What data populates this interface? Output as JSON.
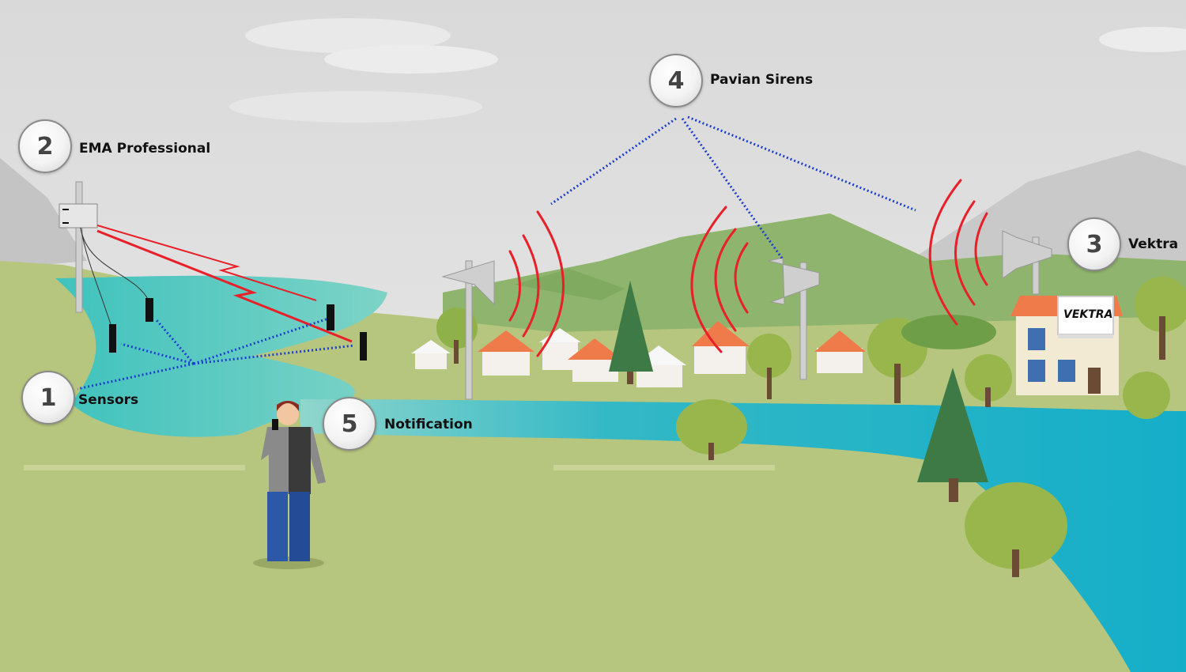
{
  "steps": [
    {
      "number": "1",
      "label": "Sensors"
    },
    {
      "number": "2",
      "label": "EMA Professional"
    },
    {
      "number": "3",
      "label": "Vektra"
    },
    {
      "number": "4",
      "label": "Pavian Sirens"
    },
    {
      "number": "5",
      "label": "Notification"
    }
  ],
  "logo": {
    "text": "VEKTRA"
  },
  "colors": {
    "signal_red": "#e8202a",
    "link_blue": "#1d3fcf",
    "water": "#2cb6c8",
    "ground": "#b7c67e"
  }
}
